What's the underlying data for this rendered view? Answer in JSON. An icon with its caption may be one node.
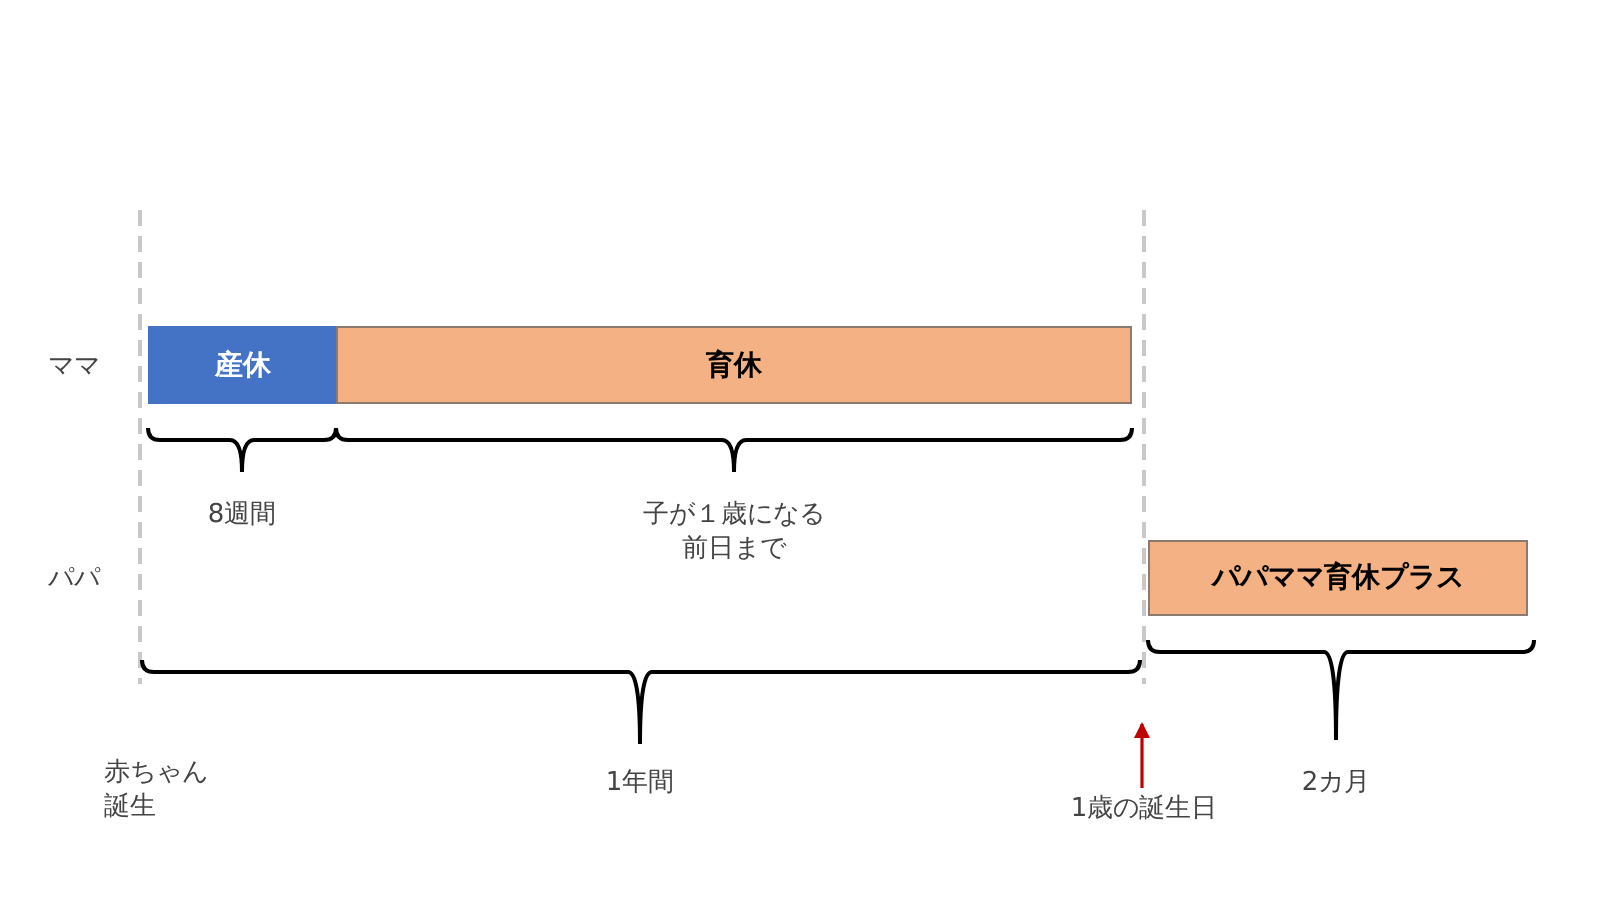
{
  "diagram": {
    "nodes": [
      {
        "text": [
          "産休"
        ]
      },
      {
        "text": [
          "育休"
        ]
      },
      {
        "text": [
          "パパママ育休プラス"
        ]
      },
      {
        "text": [
          "1歳の誕生日"
        ]
      }
    ],
    "edges": [
      {
        "from": 3,
        "to": 2,
        "arrow": "to",
        "color": "#c00000"
      }
    ],
    "labels": [
      "ママ",
      "8週間",
      "子が１歳になる前日まで",
      "パパ",
      "赤ちゃん誕生",
      "1年間",
      "2カ月"
    ]
  }
}
